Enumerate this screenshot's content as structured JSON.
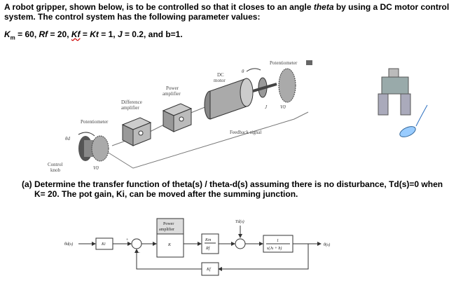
{
  "intro": {
    "p1": "A robot gripper, shown below, is to be controlled so that it closes to an angle ",
    "theta": "theta",
    "p2": " by using a DC motor control system. The control system has the following parameter values:"
  },
  "params": {
    "km_k": "K",
    "km_sub": "m",
    "km_val": " = 60, ",
    "rf": "Rf",
    "rf_val": " = 20, ",
    "kf": "Kf",
    "kf_val": " = ",
    "kt": "Kt",
    "kt_val": " = 1, ",
    "j": "J",
    "j_val": " = 0.2, and b=1."
  },
  "figure_top": {
    "potentiometer_right": "Potentiometer",
    "dc_motor_1": "DC",
    "dc_motor_2": "motor",
    "power_amp_1": "Power",
    "power_amp_2": "amplifier",
    "diff_amp_1": "Difference",
    "diff_amp_2": "amplifier",
    "potentiometer_left": "Potentiometer",
    "feedback": "Feedback signal",
    "control_knob_1": "Control",
    "control_knob_2": "knob",
    "theta_d": "θd",
    "theta": "θ",
    "v0_left": "V0",
    "v0_right": "V0",
    "j_label": "J"
  },
  "question": {
    "label": "(a)",
    "text": "Determine the transfer function of theta(s) / theta-d(s) assuming there is no disturbance, Td(s)=0 when K= 20. The pot gain, Ki, can be moved after the summing junction."
  },
  "block_diagram": {
    "input": "θd(s)",
    "ki": "Ki",
    "power_amp_1": "Power",
    "power_amp_2": "amplifier",
    "k": "K",
    "km_num": "Km",
    "km_den": "Rf",
    "td": "Td(s)",
    "plant_num": "1",
    "plant_den": "s(Js + b)",
    "output": "θ(s)",
    "kf": "Kf"
  }
}
